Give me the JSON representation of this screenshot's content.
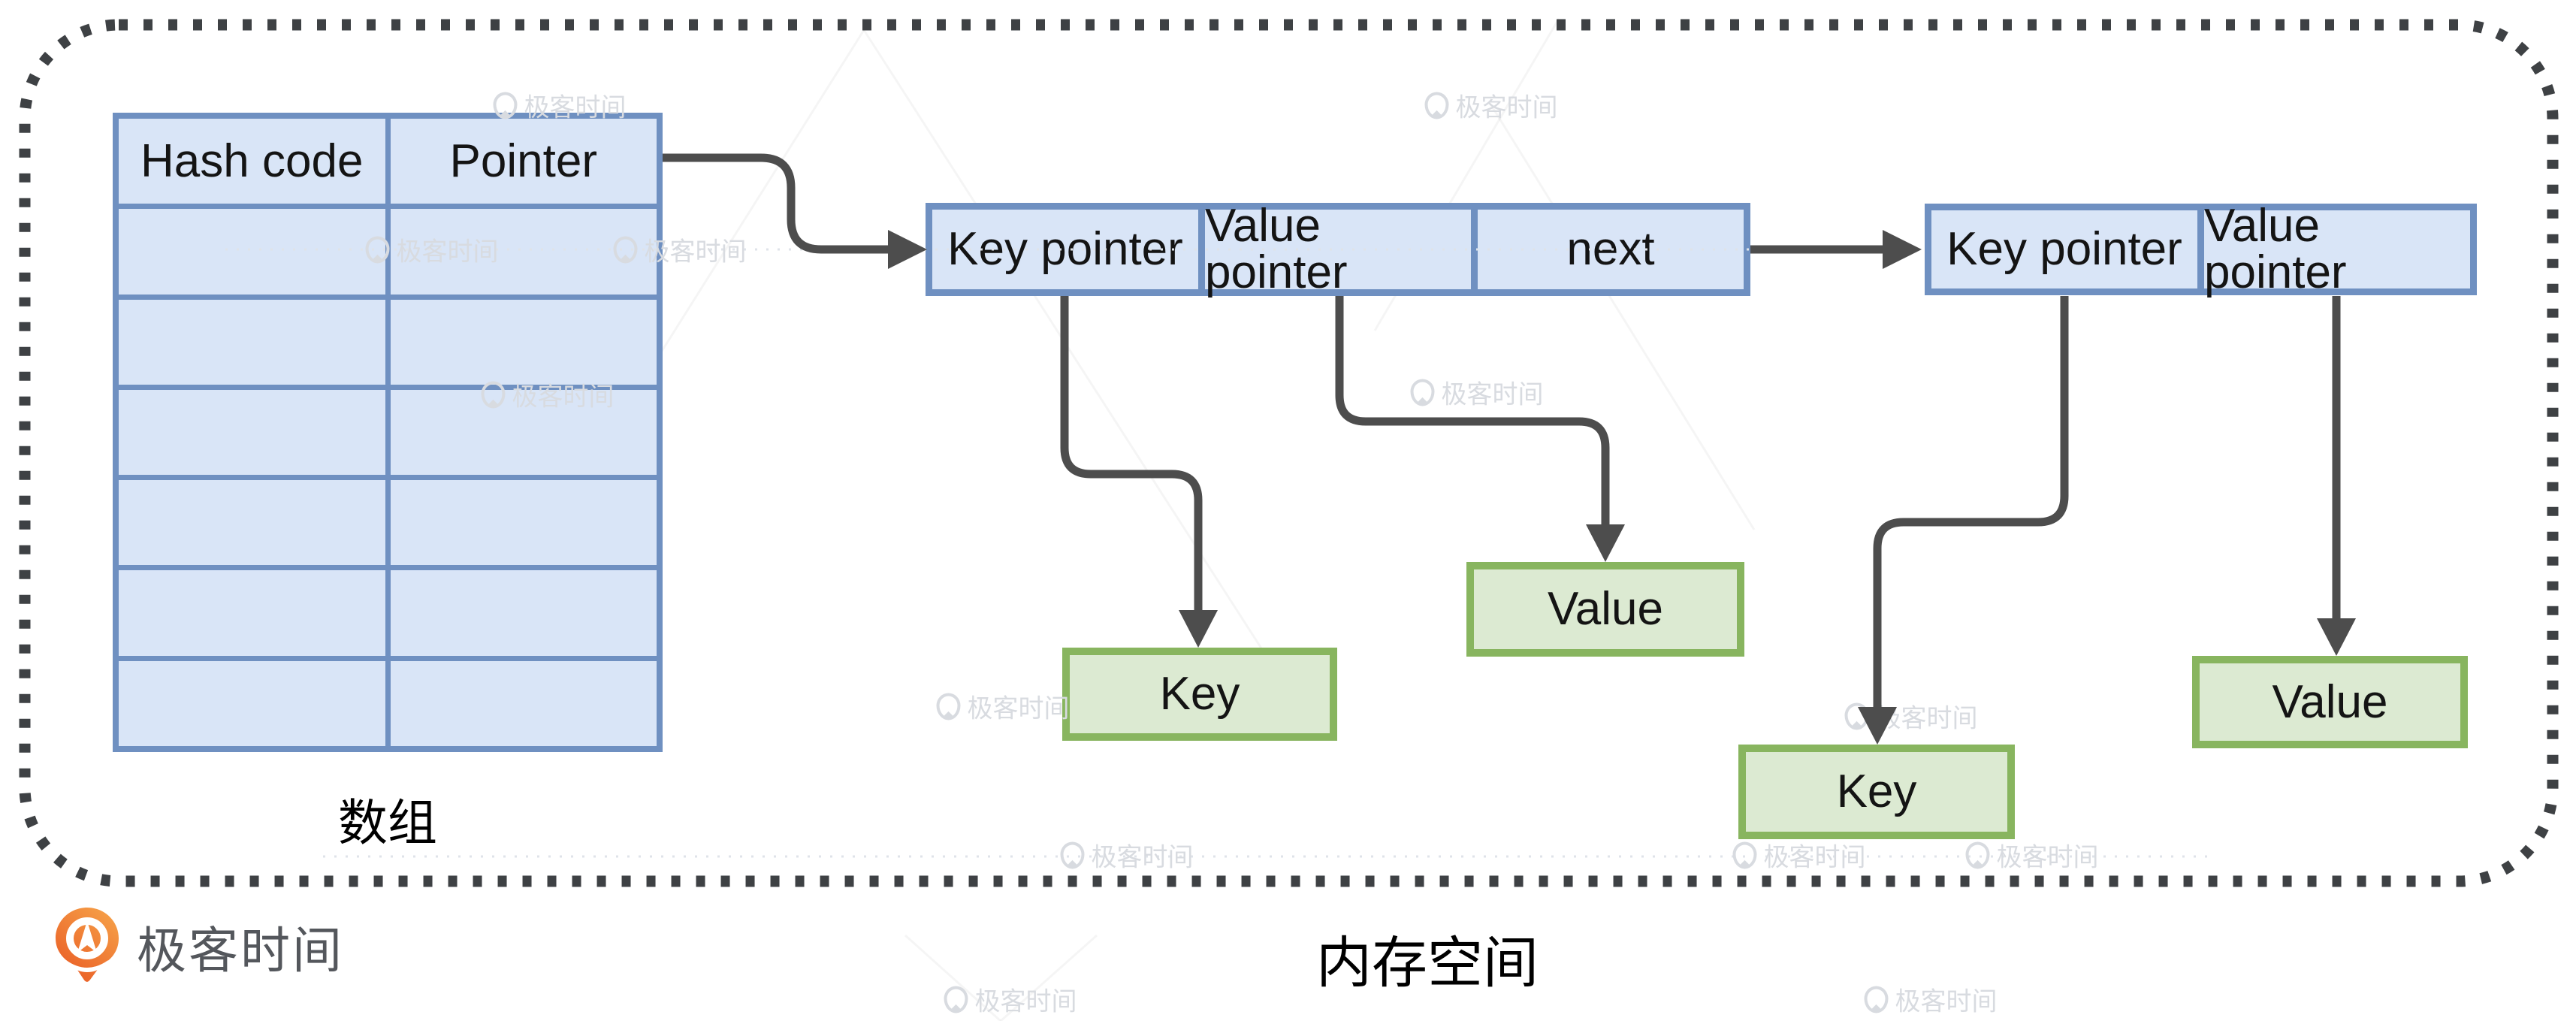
{
  "array": {
    "header_hash": "Hash code",
    "header_pointer": "Pointer",
    "empty_rows": 6,
    "label": "数组"
  },
  "node1": {
    "key": "Key pointer",
    "value": "Value pointer",
    "next": "next"
  },
  "node2": {
    "key": "Key pointer",
    "value": "Value pointer"
  },
  "boxes": {
    "key1": "Key",
    "value1": "Value",
    "key2": "Key",
    "value2": "Value"
  },
  "caption": "内存空间",
  "brand": "极客时间",
  "watermark": "极客时间",
  "colors": {
    "cell_fill_blue": "#d9e5f7",
    "cell_border_blue": "#6f90c1",
    "box_fill_green": "#dcead2",
    "box_border_green": "#88b55f",
    "arrow": "#4d4d4d",
    "dotted_border": "#3e4144",
    "brand_orange": "#ed6a2c",
    "brand_text_gray": "#54575c"
  }
}
